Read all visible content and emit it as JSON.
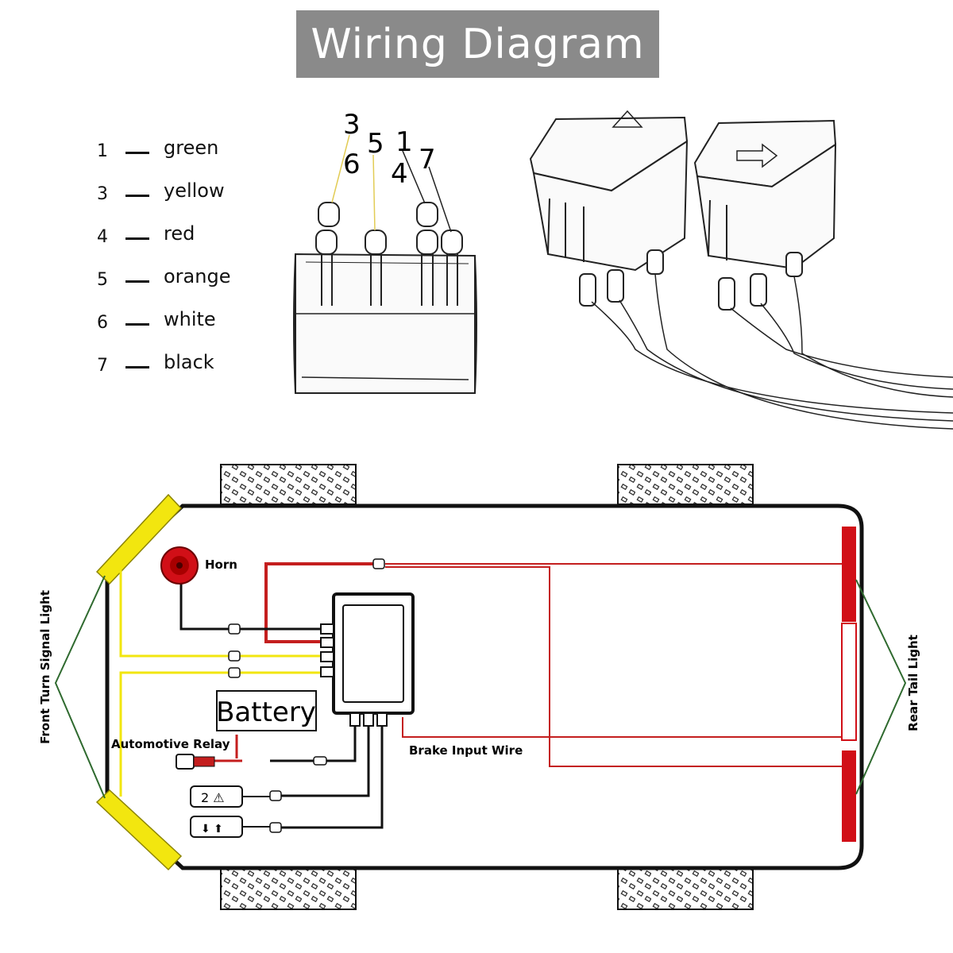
{
  "title": "Wiring Diagram",
  "legend": [
    {
      "num": "1",
      "color": "green"
    },
    {
      "num": "3",
      "color": "yellow"
    },
    {
      "num": "4",
      "color": "red"
    },
    {
      "num": "5",
      "color": "orange"
    },
    {
      "num": "6",
      "color": "white"
    },
    {
      "num": "7",
      "color": "black"
    }
  ],
  "pin_labels": [
    "3",
    "6",
    "5",
    "1",
    "4",
    "7"
  ],
  "diagram_labels": {
    "horn": "Horn",
    "battery": "Battery",
    "relay": "Automotive Relay",
    "brake": "Brake Input Wire",
    "front": "Front Turn Signal Light",
    "rear": "Rear Tail Light"
  },
  "colors": {
    "banner_bg": "#8a8a8a",
    "wire_red": "#c41e1e",
    "wire_yellow": "#f2e60f",
    "wire_green": "#2f6a2f",
    "lamp_red": "#d10f17"
  }
}
